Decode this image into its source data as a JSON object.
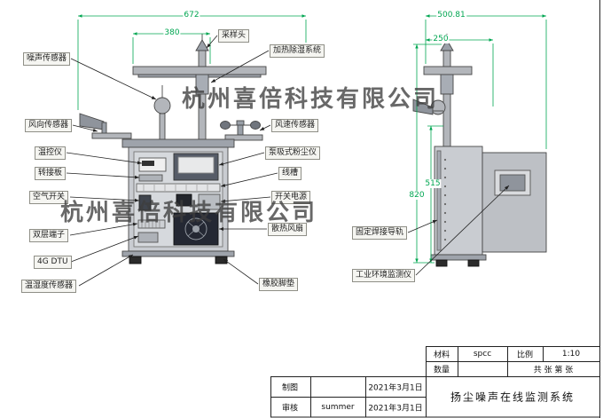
{
  "watermarks": [
    "杭州喜倍科技有限公司",
    "杭州喜倍科技有限公司"
  ],
  "dimensions": {
    "front_total_width": "672",
    "front_top_width": "380",
    "side_total_width": "500.81",
    "side_top_width": "250",
    "side_total_height": "820",
    "side_lower_height": "515"
  },
  "callouts": {
    "noise_sensor": "噪声传感器",
    "wind_direction_sensor": "风向传感器",
    "temperature_controller": "温控仪",
    "adapter_board": "转接板",
    "air_switch": "空气开关",
    "double_layer_terminal": "双层端子",
    "dtu_4g": "4G DTU",
    "temp_humidity_sensor": "温湿度传感器",
    "sampling_head": "采样头",
    "heating_dehumidification": "加热除湿系统",
    "wind_speed_sensor": "风速传感器",
    "pump_dust_meter": "泵吸式粉尘仪",
    "wire_duct": "线槽",
    "switching_power_supply": "开关电源",
    "cooling_fan": "散热风扇",
    "rubber_foot_pad": "橡胶脚垫",
    "fixed_welding_rail": "固定焊接导轨",
    "industrial_env_monitor": "工业环境监测仪"
  },
  "title_block": {
    "material_label": "材料",
    "material_value": "spcc",
    "scale_label": "比例",
    "scale_value": "1:10",
    "quantity_label": "数量",
    "sheet_info": "共 张 第 张",
    "drawn_label": "制图",
    "drawn_date": "2021年3月1日",
    "checked_label": "审核",
    "checked_by": "summer",
    "checked_date": "2021年3月1日",
    "drawing_title": "扬尘噪声在线监测系统"
  },
  "colors": {
    "dimension_green": "#00a651",
    "line_dark": "#3a3a3a"
  }
}
